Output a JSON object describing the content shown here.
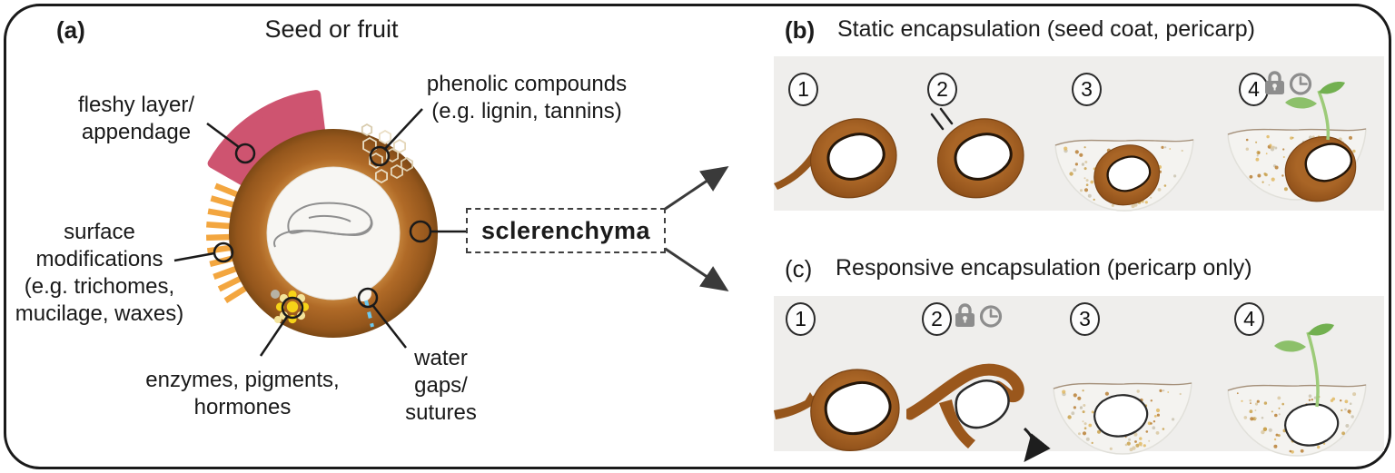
{
  "colors": {
    "seed_coat_brown": "#9c5e21",
    "fleshy_pink": "#ce5470",
    "surface_orange": "#f3a63f",
    "enzyme_yellow": "#f6d318",
    "water_blue": "#6cc9ef",
    "seedling_green": "#72b050",
    "icon_gray": "#8d8d8d",
    "panel_strip": "#efeeec",
    "arrow_dark": "#3a3a3a"
  },
  "panel_a": {
    "tag": "(a)",
    "title": "Seed or fruit",
    "labels": {
      "fleshy": [
        "fleshy layer/",
        "appendage"
      ],
      "phenolic": [
        "phenolic compounds",
        "(e.g. lignin, tannins)"
      ],
      "surface": [
        "surface",
        "modifications",
        "(e.g. trichomes,",
        "mucilage, waxes)"
      ],
      "enzymes": [
        "enzymes, pigments,",
        "hormones"
      ],
      "water": [
        "water",
        "gaps/",
        "sutures"
      ]
    },
    "sclerenchyma_label": "sclerenchyma"
  },
  "panel_b": {
    "tag": "(b)",
    "title": "Static encapsulation (seed coat, pericarp)",
    "steps": [
      "1",
      "2",
      "3",
      "4"
    ]
  },
  "panel_c": {
    "tag": "(c)",
    "title": "Responsive encapsulation (pericarp only)",
    "steps": [
      "1",
      "2",
      "3",
      "4"
    ]
  }
}
